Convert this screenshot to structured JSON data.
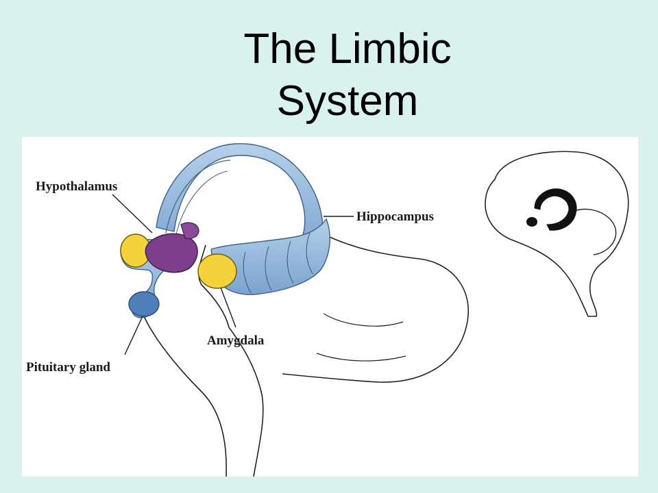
{
  "title": {
    "line1": "The Limbic",
    "line2": "System"
  },
  "labels": {
    "hypothalamus": "Hypothalamus",
    "hippocampus": "Hippocampus",
    "amygdala": "Amygdala",
    "pituitary": "Pituitary gland"
  },
  "colors": {
    "background": "#d9f2ee",
    "limbic_blue": "#8fb6dc",
    "hypothalamus_purple": "#7d3f8c",
    "amygdala_yellow": "#f3d23c"
  }
}
